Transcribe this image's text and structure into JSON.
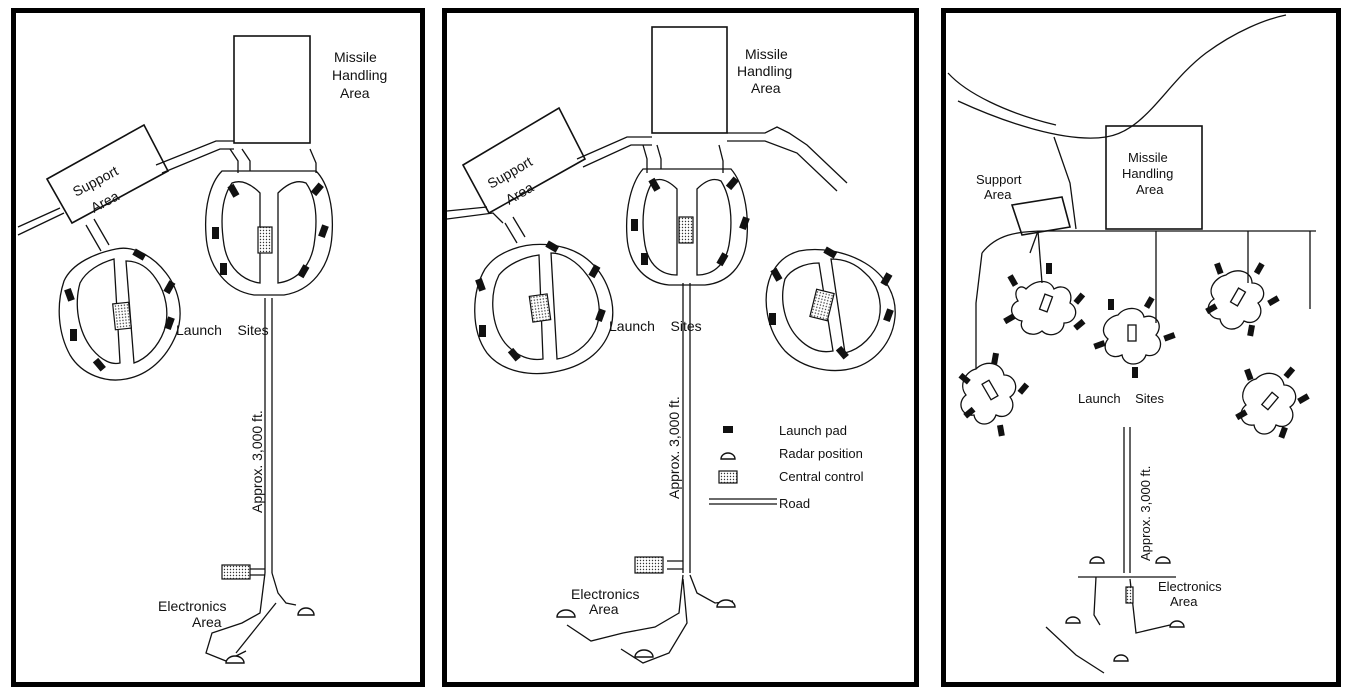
{
  "panels": [
    {
      "missile_area": [
        "Missile",
        "Handling",
        "Area"
      ],
      "support_area": [
        "Support",
        "Area"
      ],
      "launch_sites": "Launch    Sites",
      "distance": "Approx. 3,000 ft.",
      "electronics": [
        "Electronics",
        "Area"
      ]
    },
    {
      "missile_area": [
        "Missile",
        "Handling",
        "Area"
      ],
      "support_area": [
        "Support",
        "Area"
      ],
      "launch_sites": "Launch    Sites",
      "distance": "Approx. 3,000 ft.",
      "electronics": [
        "Electronics",
        "Area"
      ],
      "legend": {
        "launch_pad": "Launch pad",
        "radar_position": "Radar position",
        "central_control": "Central control",
        "road": "Road"
      }
    },
    {
      "missile_area": [
        "Missile",
        "Handling",
        "Area"
      ],
      "support_area": [
        "Support",
        "Area"
      ],
      "launch_sites": "Launch    Sites",
      "distance": "Approx. 3,000 ft.",
      "electronics": [
        "Electronics",
        "Area"
      ]
    }
  ]
}
